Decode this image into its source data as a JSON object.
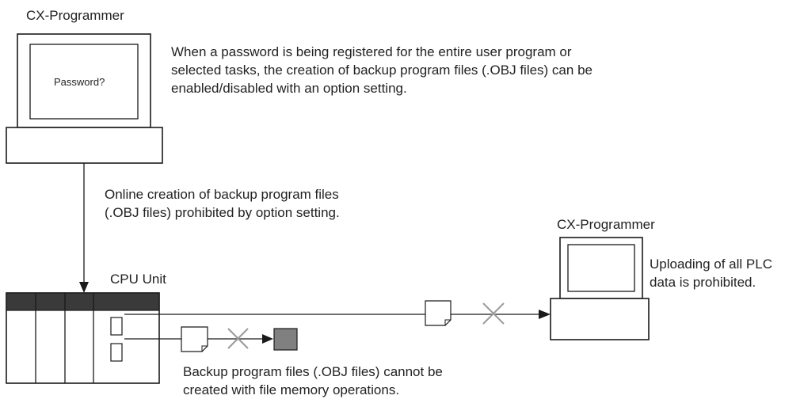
{
  "computer_top": {
    "title": "CX-Programmer",
    "screen_text": "Password?",
    "note": [
      "When a password is being registered for the entire user program or",
      "selected tasks, the creation of backup program files (.OBJ files) can be",
      "enabled/disabled with an option setting."
    ]
  },
  "online_note": [
    "Online creation of backup program files",
    "(.OBJ files) prohibited by option setting."
  ],
  "cpu_unit": {
    "label": "CPU Unit"
  },
  "computer_right": {
    "title": "CX-Programmer",
    "note": [
      "Uploading of all PLC",
      "data is prohibited."
    ]
  },
  "file_memory_note": [
    "Backup program files (.OBJ files) cannot be",
    "created with file memory operations."
  ],
  "colors": {
    "stroke": "#1a1a1a",
    "plc_header": "#3a3a3a",
    "cross": "#9a9a9a",
    "memory_card": "#808080"
  }
}
